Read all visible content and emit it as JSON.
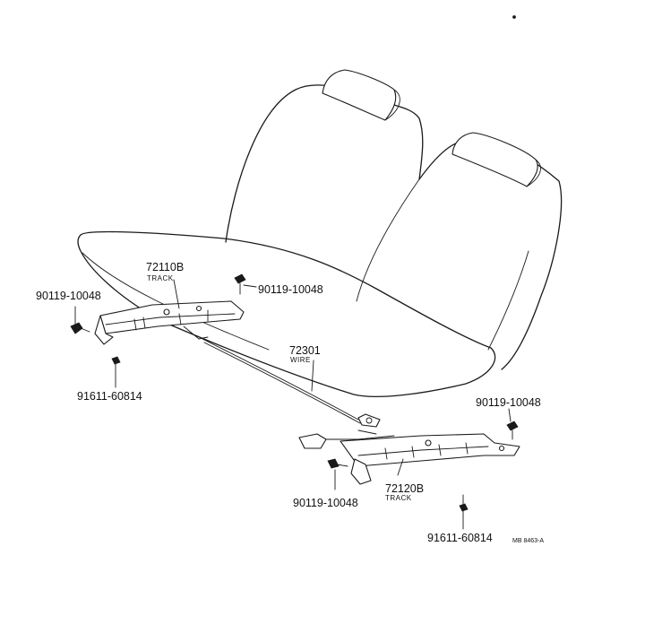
{
  "parts": {
    "track_left": {
      "number": "72110B",
      "name": "TRACK"
    },
    "track_right": {
      "number": "72120B",
      "name": "TRACK"
    },
    "wire": {
      "number": "72301",
      "name": "WIRE"
    },
    "bolt_top_left": "90119-10048",
    "bolt_top_center": "90119-10048",
    "bolt_right": "90119-10048",
    "bolt_bottom_center": "90119-10048",
    "stud_left": "91611-60814",
    "stud_bottom_right": "91611-60814"
  },
  "diagram_code": "MB 8463-A"
}
